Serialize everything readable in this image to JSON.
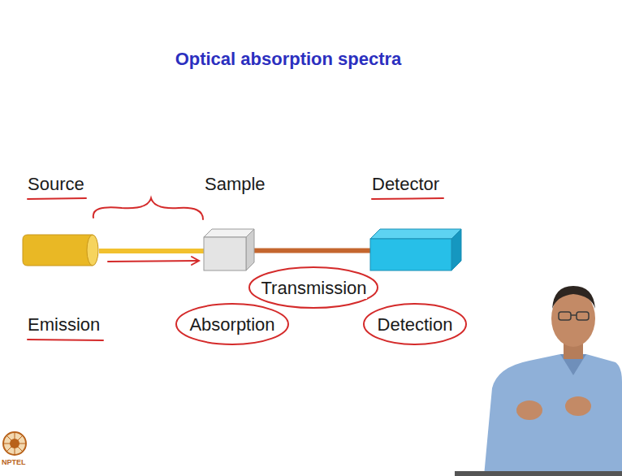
{
  "diagram": {
    "title": "Optical absorption spectra",
    "nodes": [
      {
        "text": [
          "Source",
          "Emission"
        ]
      },
      {
        "text": [
          "Sample",
          "Absorption"
        ]
      },
      {
        "text": [
          "Detector",
          "Detection"
        ]
      }
    ],
    "edges": [
      {
        "from": 0,
        "to": 1,
        "arrow": "none"
      },
      {
        "from": 1,
        "to": 2,
        "label": "Transmission",
        "arrow": "none"
      }
    ],
    "labels": [
      "NPTEL"
    ]
  }
}
